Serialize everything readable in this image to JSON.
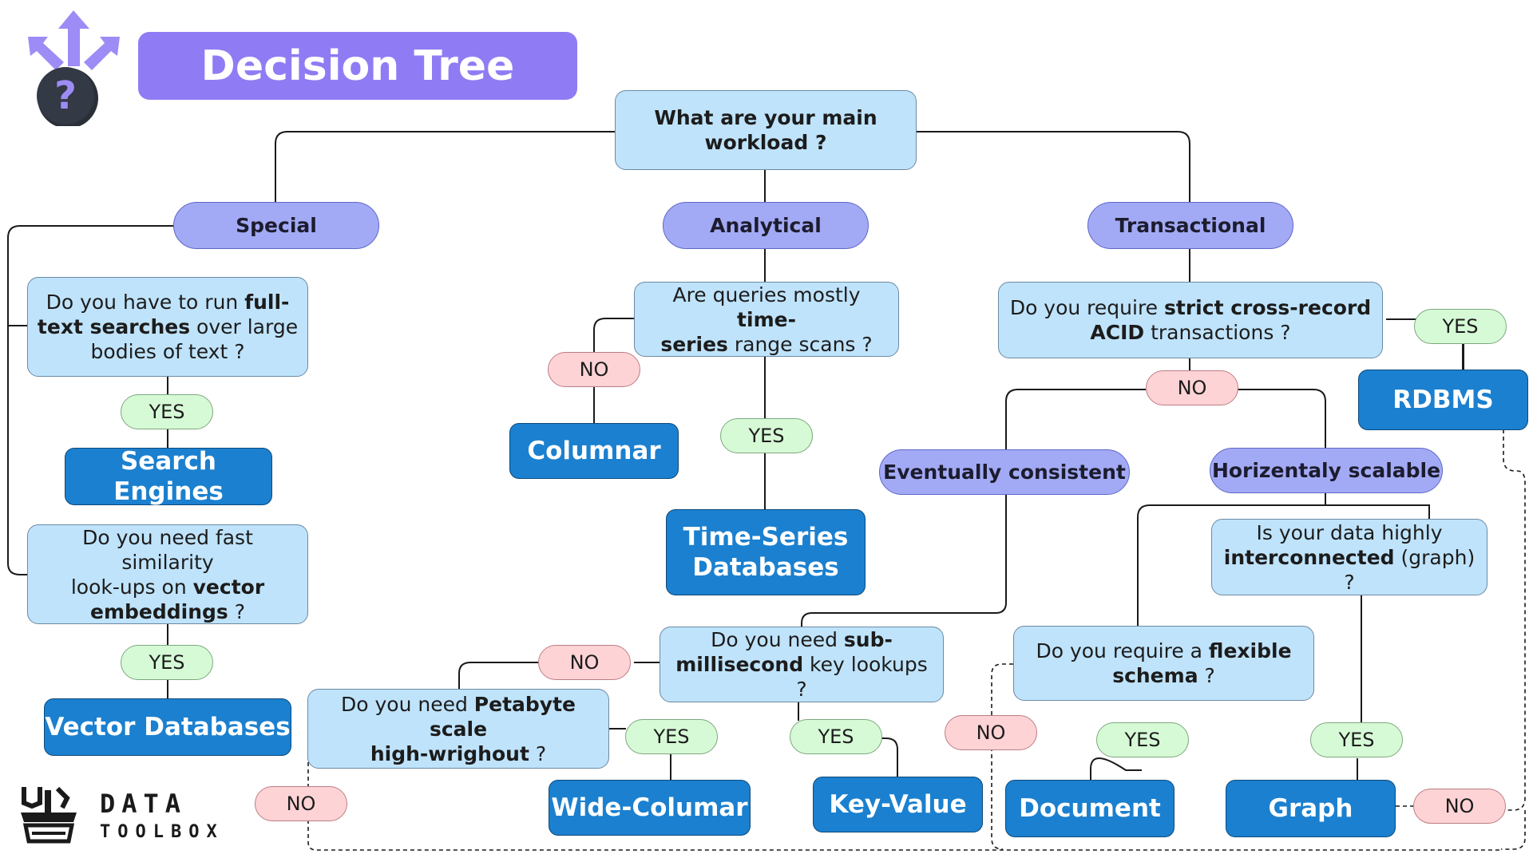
{
  "title": "Decision Tree",
  "brand": {
    "line1": "DATA",
    "line2": "TOOLBOX"
  },
  "colors": {
    "question_fill": "#bfe3fb",
    "category_fill": "#a3aaf5",
    "result_fill": "#1b80cf",
    "yes_fill": "#d6fad6",
    "no_fill": "#fdd3d6",
    "title_fill": "#8f7cf4"
  },
  "root": {
    "l1": "What are your main",
    "l2": "workload ?"
  },
  "categories": {
    "special": "Special",
    "analytical": "Analytical",
    "transactional": "Transactional"
  },
  "questions": {
    "fulltext": {
      "a": "Do you have to run ",
      "b": "full-",
      "c": "text searches",
      "d": " over large",
      "e": "bodies of text ?"
    },
    "vector": {
      "a": "Do you need fast similarity",
      "b": "look-ups on ",
      "c": "vector",
      "d": "embeddings",
      "e": " ?"
    },
    "timeseries": {
      "a": "Are queries mostly ",
      "b": "time-",
      "c": "series",
      "d": " range scans ?"
    },
    "acid": {
      "a": "Do you require ",
      "b": "strict cross-record",
      "c": "ACID",
      "d": " transactions ?"
    },
    "submillisecond": {
      "a": "Do you need ",
      "b": "sub-",
      "c": "millisecond",
      "d": " key lookups ?"
    },
    "petabyte": {
      "a": "Do you need ",
      "b": "Petabyte scale",
      "c": "high-wrighout",
      "d": " ?"
    },
    "flexible": {
      "a": "Do you require a ",
      "b": "flexible",
      "c": "schema",
      "d": " ?"
    },
    "graph": {
      "a": "Is your data highly",
      "b": "interconnected",
      "c": " (graph) ?"
    }
  },
  "subcategories": {
    "eventually": "Eventually consistent",
    "horizontal": "Horizentaly scalable"
  },
  "results": {
    "search": "Search Engines",
    "vector": "Vector Databases",
    "columnar": "Columnar",
    "timeseries_l1": "Time-Series",
    "timeseries_l2": "Databases",
    "rdbms": "RDBMS",
    "wide": "Wide-Columar",
    "keyvalue": "Key-Value",
    "document": "Document",
    "graph": "Graph"
  },
  "labels": {
    "yes": "YES",
    "no": "NO"
  }
}
